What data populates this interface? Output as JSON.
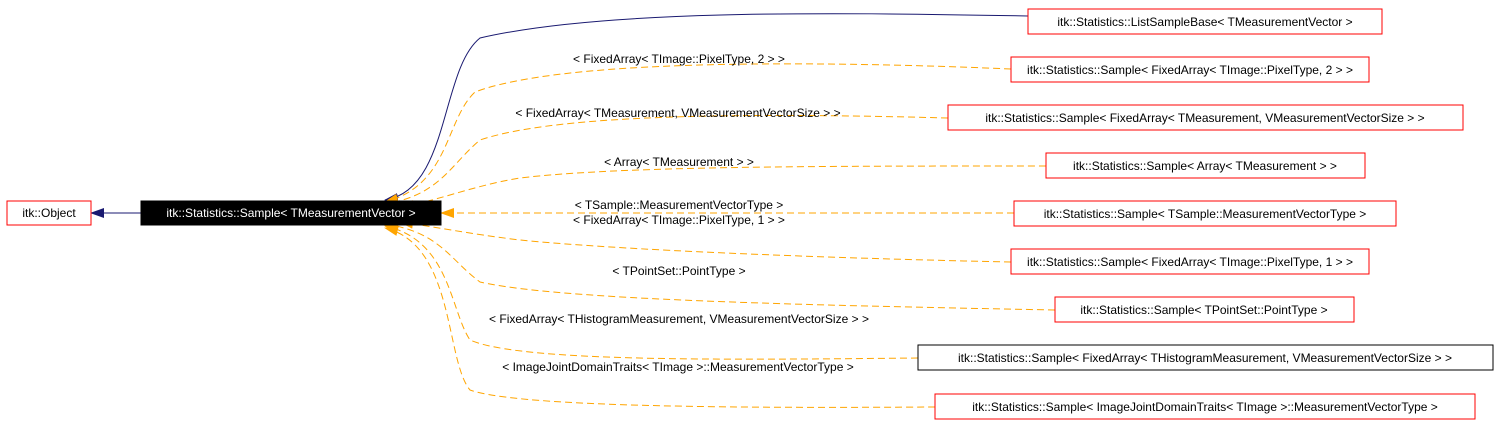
{
  "diagram": {
    "colors": {
      "node_border": "#ff0000",
      "node_border_alt": "#000000",
      "current_node_fill": "#000000",
      "current_node_text": "#ffffff",
      "inheritance_edge": "#191970",
      "template_edge": "#ffa500"
    },
    "nodes": {
      "object": "itk::Object",
      "sample": "itk::Statistics::Sample< TMeasurementVector >",
      "list_sample_base": "itk::Statistics::ListSampleBase< TMeasurementVector >",
      "sample_fixedarray_pixel2": "itk::Statistics::Sample< FixedArray< TImage::PixelType, 2 > >",
      "sample_fixedarray_measurement": "itk::Statistics::Sample< FixedArray< TMeasurement, VMeasurementVectorSize > >",
      "sample_array_measurement": "itk::Statistics::Sample< Array< TMeasurement > >",
      "sample_tsample_mvtype": "itk::Statistics::Sample< TSample::MeasurementVectorType >",
      "sample_fixedarray_pixel1": "itk::Statistics::Sample< FixedArray< TImage::PixelType, 1 > >",
      "sample_pointtype": "itk::Statistics::Sample< TPointSet::PointType >",
      "sample_histogram": "itk::Statistics::Sample< FixedArray< THistogramMeasurement, VMeasurementVectorSize > >",
      "sample_jointdomain": "itk::Statistics::Sample< ImageJointDomainTraits< TImage >::MeasurementVectorType >"
    },
    "edge_labels": {
      "pixel2": "< FixedArray< TImage::PixelType, 2 > >",
      "measurement": "< FixedArray< TMeasurement, VMeasurementVectorSize > >",
      "array": "< Array< TMeasurement > >",
      "tsample": "< TSample::MeasurementVectorType >",
      "pixel1": "< FixedArray< TImage::PixelType, 1 > >",
      "pointtype": "< TPointSet::PointType >",
      "histogram": "< FixedArray< THistogramMeasurement, VMeasurementVectorSize > >",
      "jointdomain": "< ImageJointDomainTraits< TImage >::MeasurementVectorType >"
    }
  }
}
